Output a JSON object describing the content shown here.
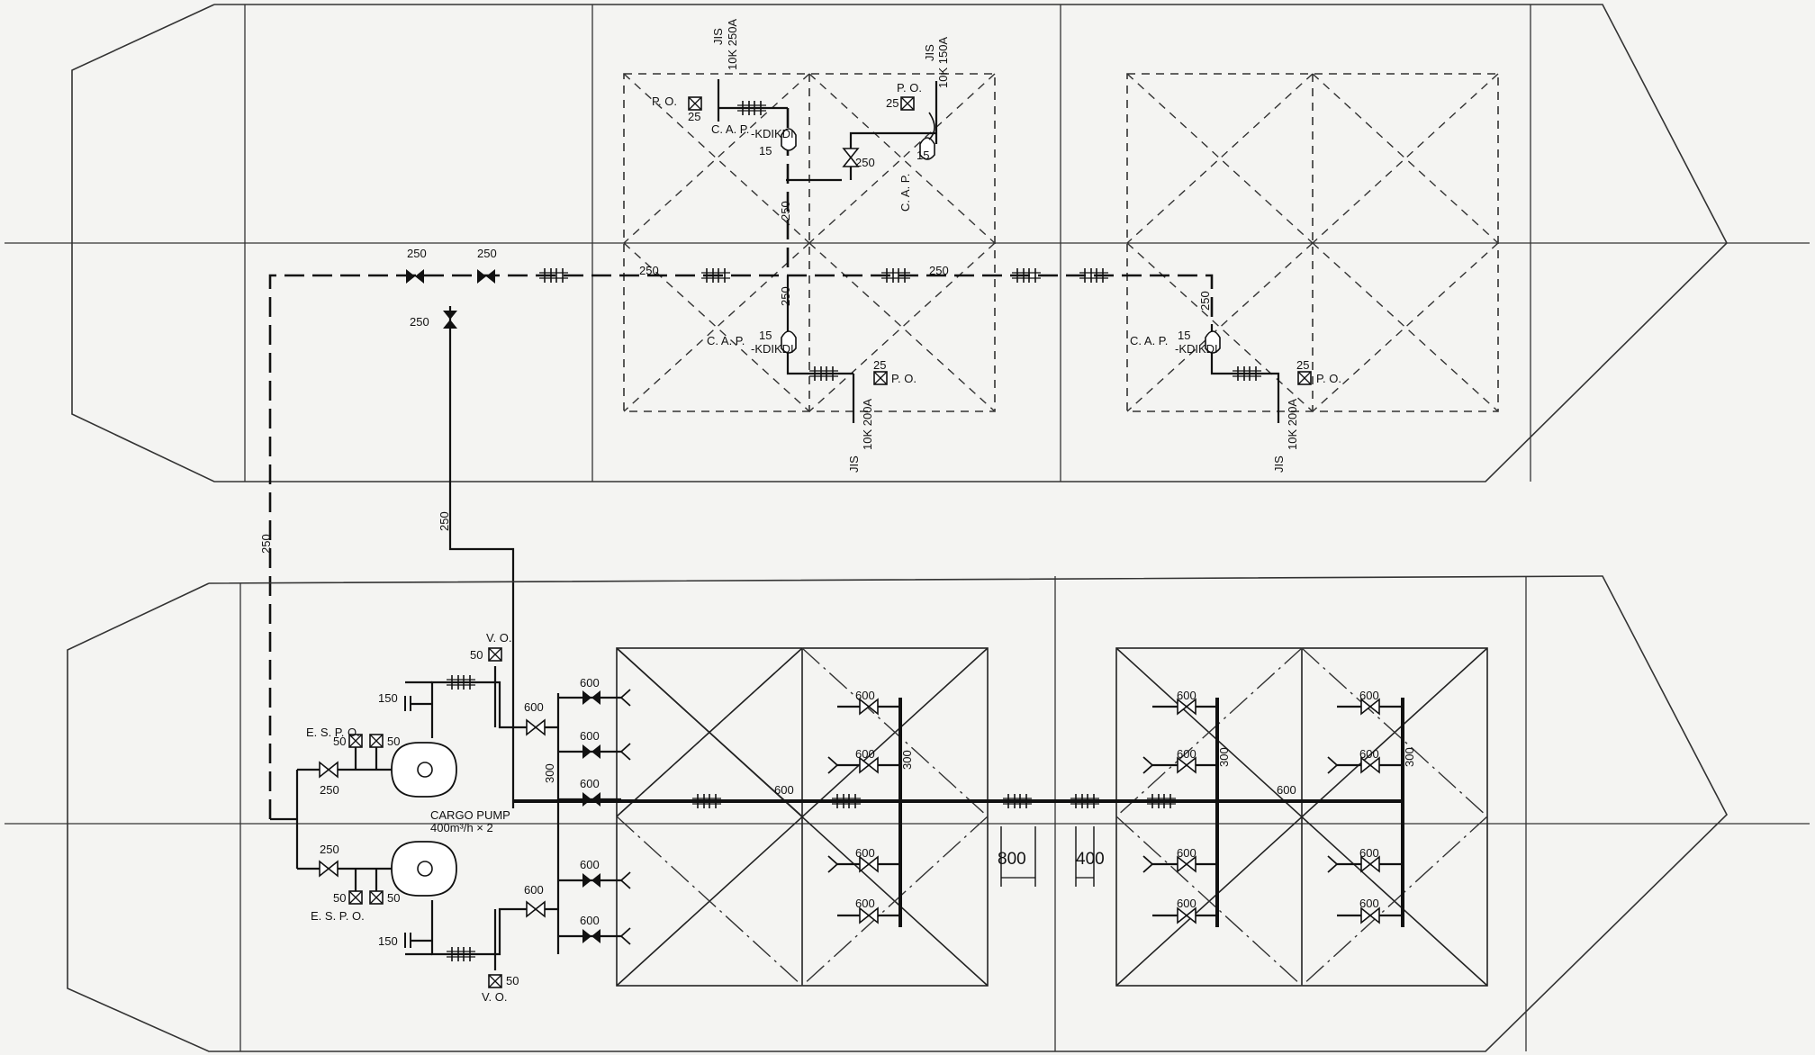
{
  "sizes": {
    "s250": "250",
    "s600": "600",
    "s300": "300",
    "s150": "150",
    "s50": "50",
    "s25": "25",
    "s15": "15",
    "s800": "800",
    "s400": "400"
  },
  "labels": {
    "po": "P. O.",
    "vo": "V. O.",
    "esp": "E. S.  P. O.",
    "cap": "C. A. P.",
    "jis1": "JIS",
    "jis_250": "10K 250A",
    "jis_150": "10K 150A",
    "jis_200": "10K 200A",
    "cargo_pump_1": "CARGO PUMP",
    "cargo_pump_2": "400m³/h × 2",
    "sym_cap": "-KDIKDI"
  }
}
